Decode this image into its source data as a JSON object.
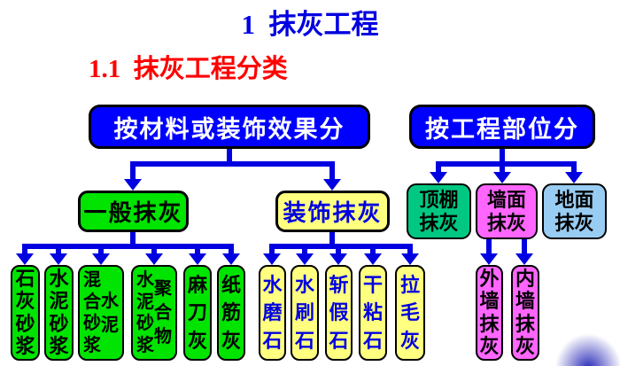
{
  "page": {
    "title": "1  抹灰工程",
    "subtitle": "1.1  抹灰工程分类"
  },
  "tree_left": {
    "root": "按材料或装饰效果分",
    "general": {
      "label": "一般抹灰",
      "children": [
        {
          "label": "石灰砂浆"
        },
        {
          "label": "水泥砂浆"
        },
        {
          "label": "水泥混合砂浆",
          "columns": [
            "混合砂浆",
            "水泥"
          ]
        },
        {
          "label": "聚合物水泥砂浆",
          "columns": [
            "水泥砂浆",
            "聚合物"
          ]
        },
        {
          "label": "麻刀灰"
        },
        {
          "label": "纸筋灰"
        }
      ]
    },
    "decorative": {
      "label": "装饰抹灰",
      "children": [
        "水磨石",
        "水刷石",
        "斩假石",
        "干粘石",
        "拉毛灰"
      ]
    }
  },
  "tree_right": {
    "root": "按工程部位分",
    "children": [
      {
        "label": "顶棚\n抹灰"
      },
      {
        "label": "墙面\n抹灰",
        "children": [
          "外墙抹灰",
          "内墙抹灰"
        ]
      },
      {
        "label": "地面\n抹灰"
      }
    ]
  },
  "colors": {
    "title_blue": "#0000E0",
    "subtitle_red": "#FF0000",
    "root_box_blue": "#0000FF",
    "connector_blue": "#0000E0",
    "general_green": "#00E400",
    "decorative_yellow": "#FFFF80",
    "yellow_box_text_blue": "#0000E0",
    "ceiling_teal": "#00C882",
    "wall_magenta": "#FF66FF",
    "floor_light_blue": "#99CCF2",
    "border_black": "#000000"
  }
}
